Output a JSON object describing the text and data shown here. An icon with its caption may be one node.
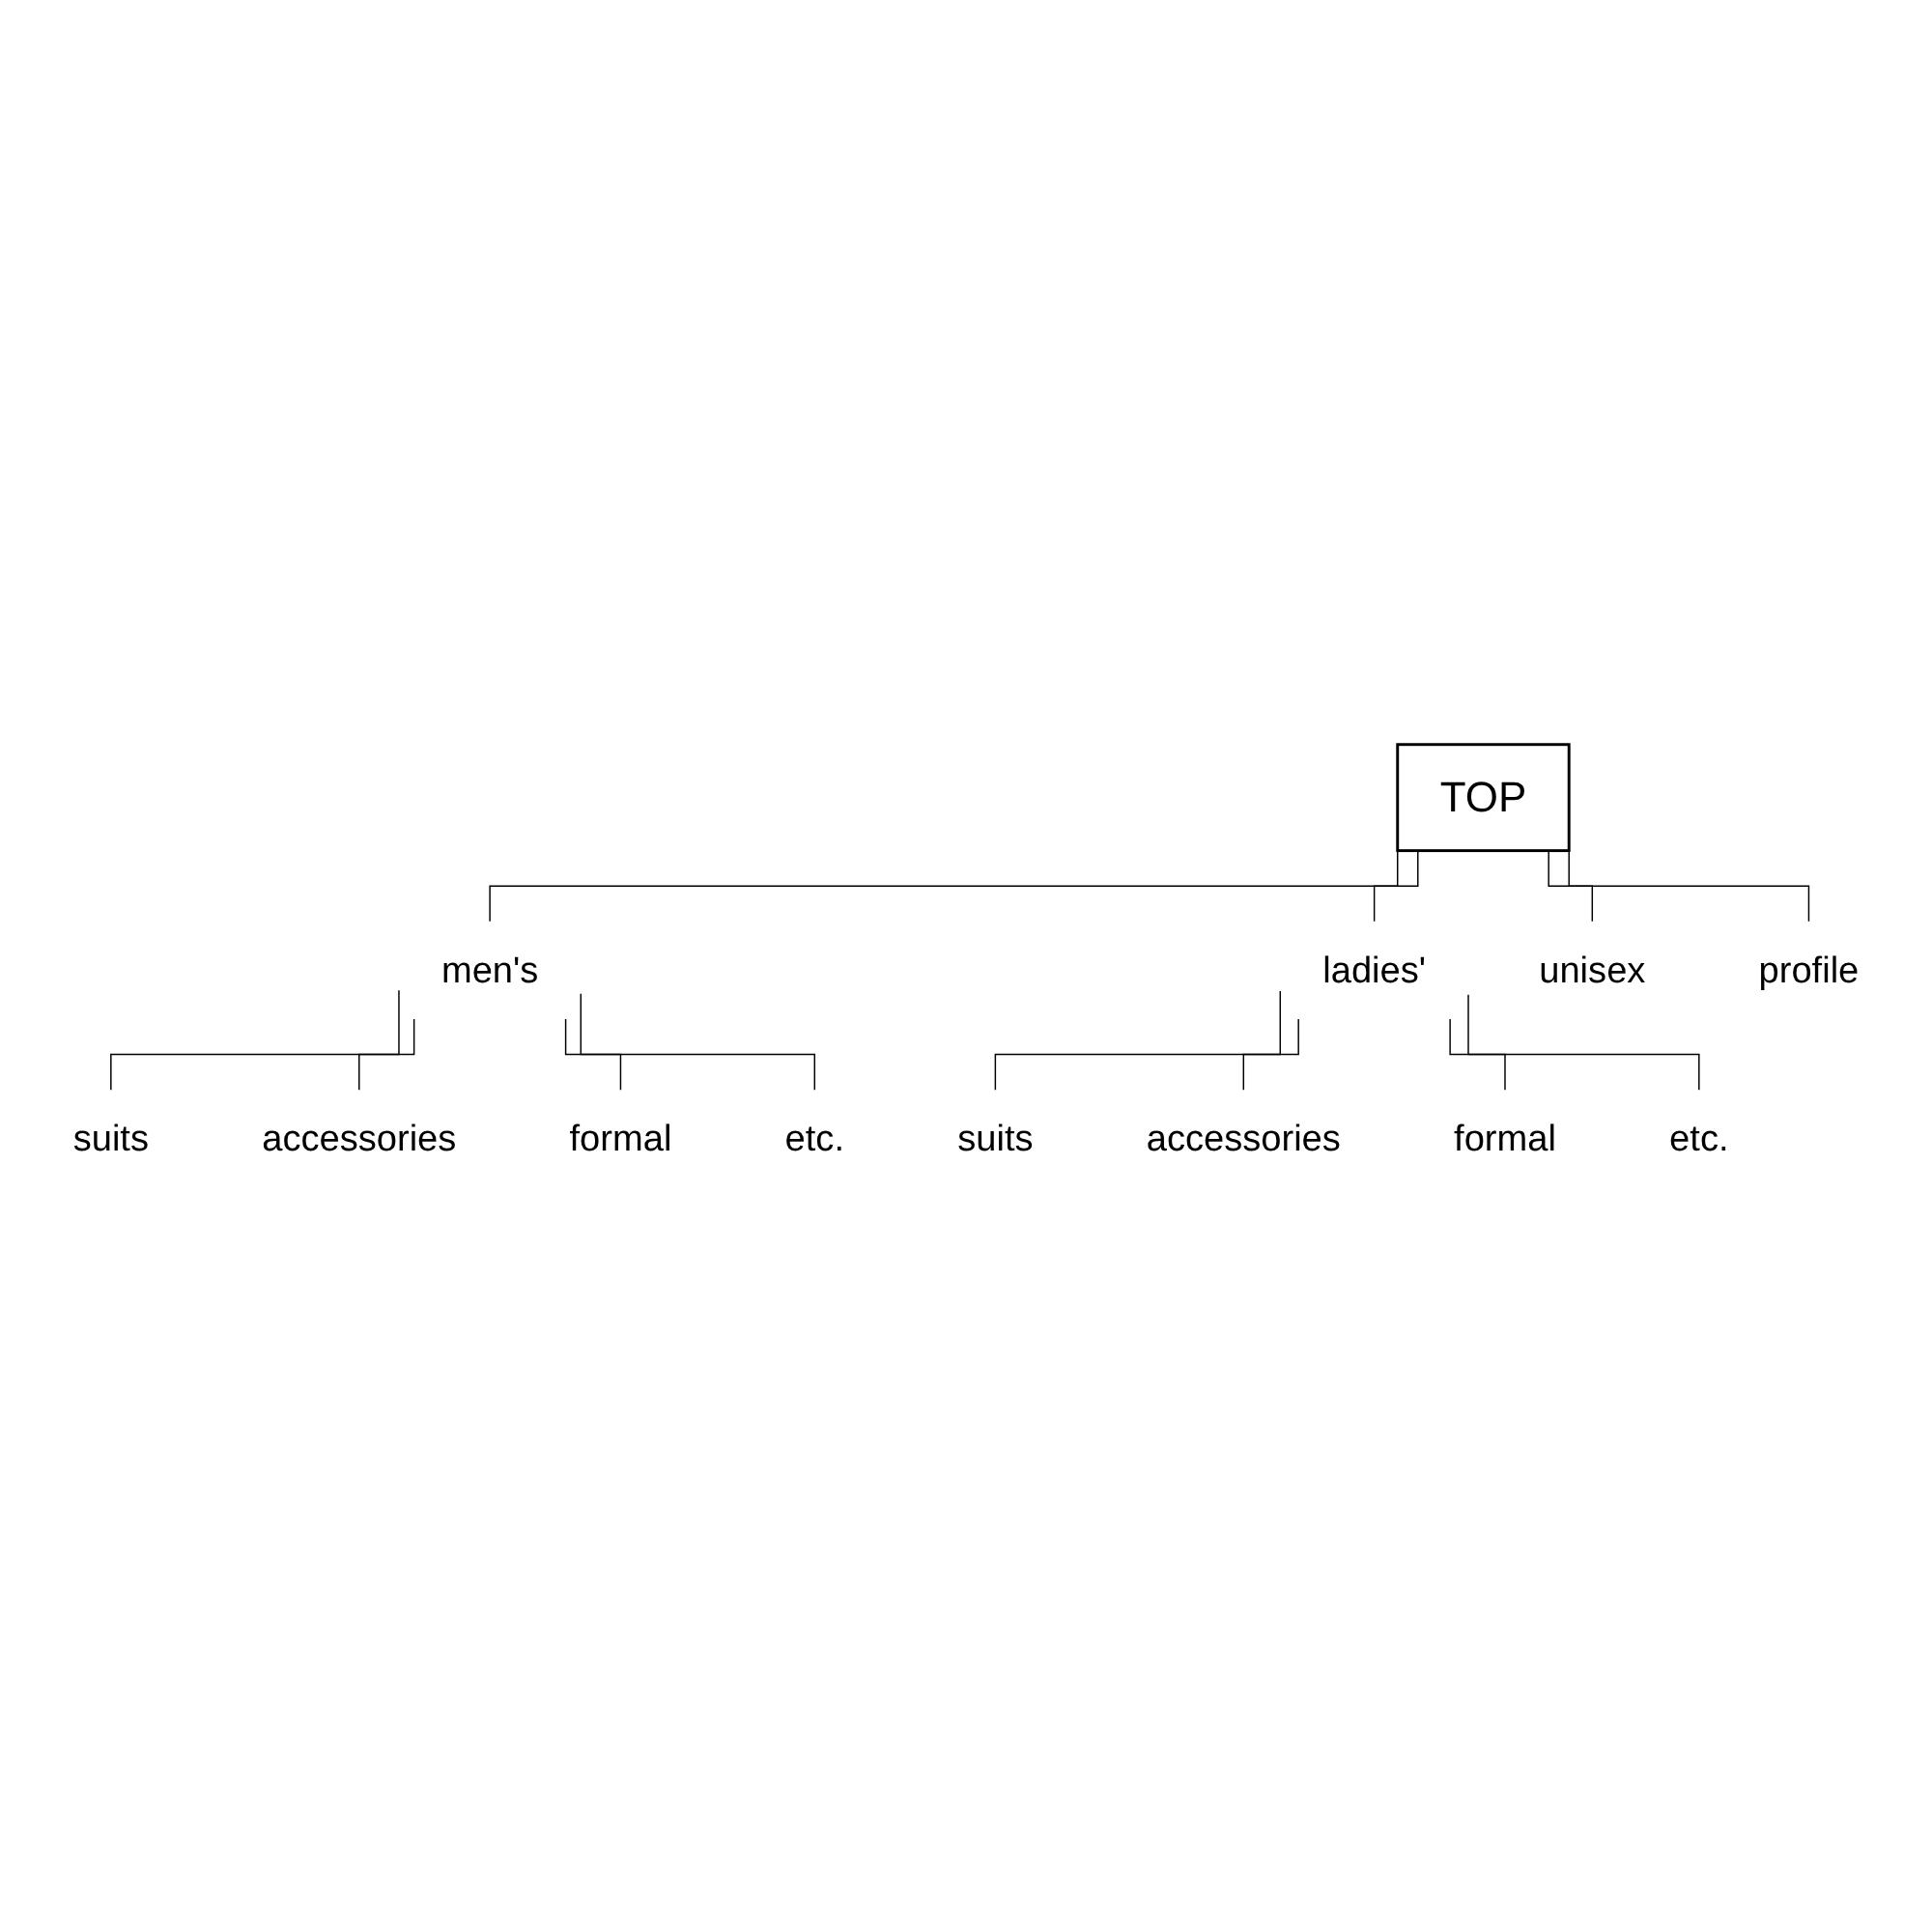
{
  "diagram": {
    "nodes": [
      {
        "text": [
          "TOP"
        ]
      },
      {
        "text": [
          "men's"
        ]
      },
      {
        "text": [
          "ladies'"
        ]
      },
      {
        "text": [
          "unisex"
        ]
      },
      {
        "text": [
          "profile"
        ]
      },
      {
        "text": [
          "suits"
        ]
      },
      {
        "text": [
          "accessories"
        ]
      },
      {
        "text": [
          "formal"
        ]
      },
      {
        "text": [
          "etc."
        ]
      },
      {
        "text": [
          "suits"
        ]
      },
      {
        "text": [
          "accessories"
        ]
      },
      {
        "text": [
          "formal"
        ]
      },
      {
        "text": [
          "etc."
        ]
      }
    ],
    "edges": [
      {
        "from": 0,
        "to": 1,
        "arrow": "none"
      },
      {
        "from": 0,
        "to": 2,
        "arrow": "none"
      },
      {
        "from": 0,
        "to": 3,
        "arrow": "none"
      },
      {
        "from": 0,
        "to": 4,
        "arrow": "none"
      },
      {
        "from": 1,
        "to": 5,
        "arrow": "none"
      },
      {
        "from": 1,
        "to": 6,
        "arrow": "none"
      },
      {
        "from": 1,
        "to": 7,
        "arrow": "none"
      },
      {
        "from": 1,
        "to": 8,
        "arrow": "none"
      },
      {
        "from": 2,
        "to": 9,
        "arrow": "none"
      },
      {
        "from": 2,
        "to": 10,
        "arrow": "none"
      },
      {
        "from": 2,
        "to": 11,
        "arrow": "none"
      },
      {
        "from": 2,
        "to": 12,
        "arrow": "none"
      }
    ]
  }
}
